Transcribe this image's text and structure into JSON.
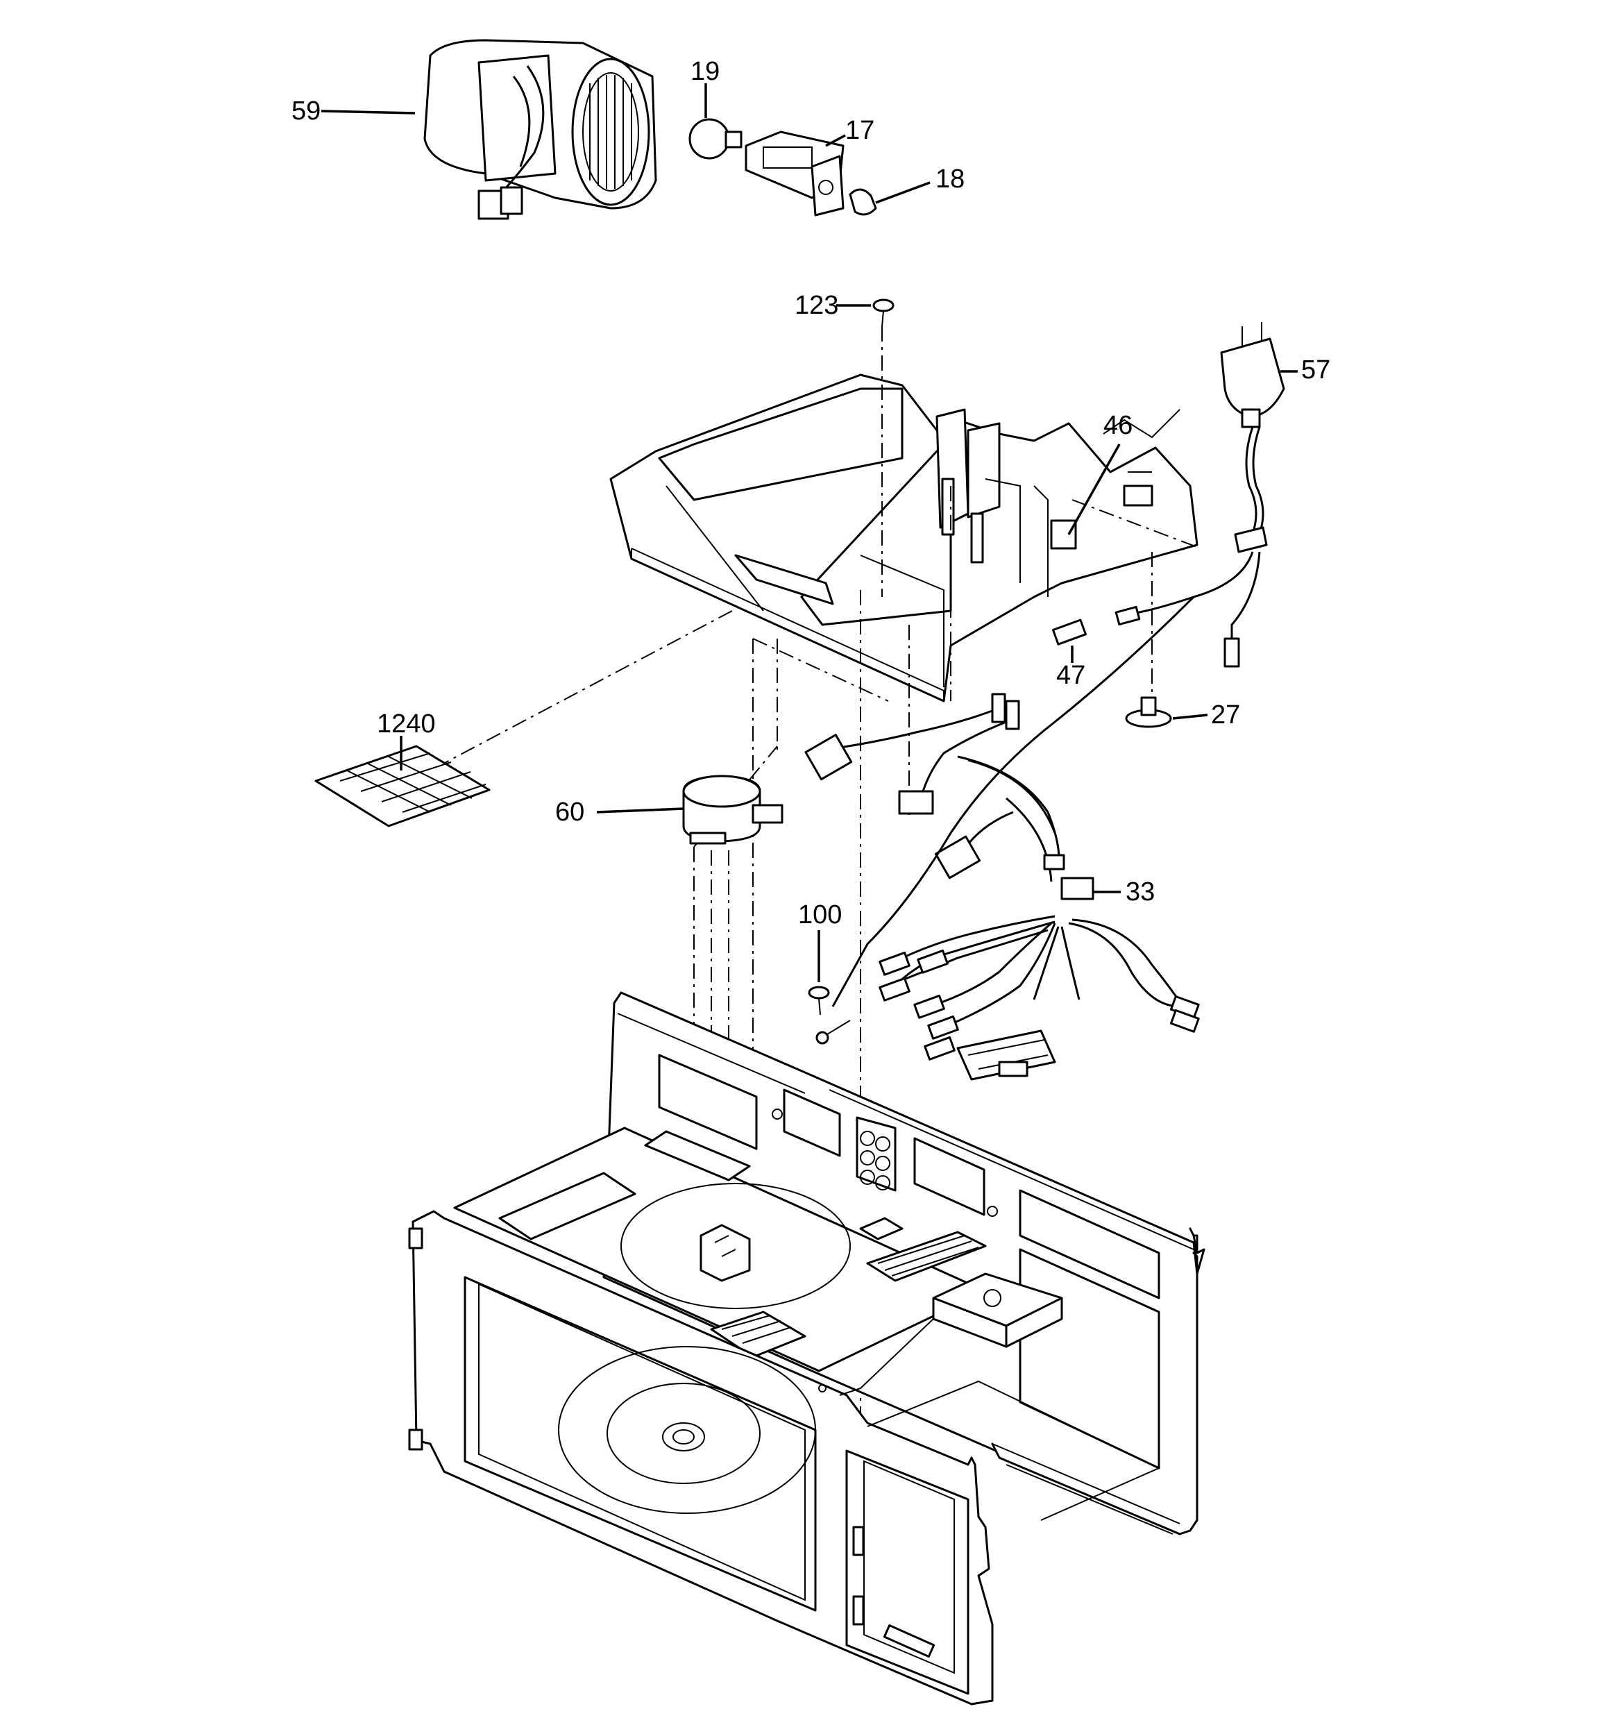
{
  "callouts": {
    "c59": "59",
    "c19": "19",
    "c17": "17",
    "c18": "18",
    "c123": "123",
    "c57": "57",
    "c46": "46",
    "c47": "47",
    "c1240": "1240",
    "c27": "27",
    "c60": "60",
    "c33": "33",
    "c100": "100"
  }
}
